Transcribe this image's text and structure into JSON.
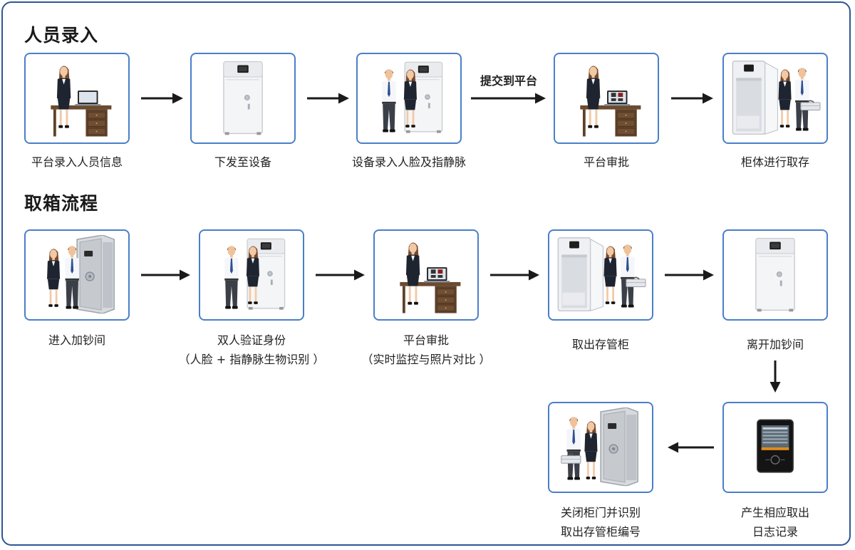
{
  "sections": {
    "enroll_title": "人员录入",
    "retrieve_title": "取箱流程"
  },
  "enroll_steps": [
    {
      "label": "平台录入人员信息"
    },
    {
      "label": "下发至设备"
    },
    {
      "label": "设备录入人脸及指静脉"
    },
    {
      "label": "平台审批"
    },
    {
      "label": "柜体进行取存"
    }
  ],
  "enroll_arrow_note": "提交到平台",
  "retrieve_steps": [
    {
      "label": "进入加钞间"
    },
    {
      "label": "双人验证身份",
      "sub": "（人脸 + 指静脉生物识别 ）"
    },
    {
      "label": "平台审批",
      "sub": "（实时监控与照片对比 ）"
    },
    {
      "label": "取出存管柜"
    },
    {
      "label": "离开加钞间"
    },
    {
      "label": "产生相应取出",
      "sub": "日志记录"
    },
    {
      "label": "关闭柜门并识别",
      "sub": "取出存管柜编号"
    }
  ]
}
